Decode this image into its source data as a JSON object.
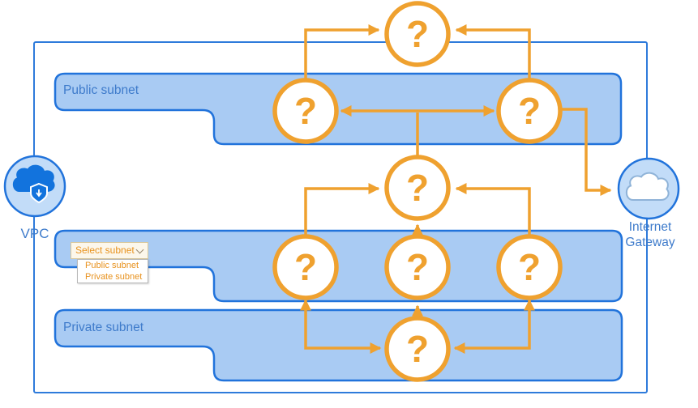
{
  "labels": {
    "vpc": "VPC",
    "internet_gateway": "Internet Gateway",
    "public_subnet": "Public subnet",
    "private_subnet": "Private subnet"
  },
  "dropdown": {
    "value": "Select subnet",
    "options": [
      {
        "label": "Public subnet"
      },
      {
        "label": "Private subnet"
      }
    ]
  },
  "node_placeholder": "?",
  "colors": {
    "orange": "#EFA12F",
    "band_fill": "#A9CBF3",
    "band_border": "#2173DB",
    "vpc_border": "#2E7BDB",
    "label_blue": "#3E7BCB",
    "icon_fill": "#C2DCF8",
    "icon_stroke": "#2173DB",
    "cloud_blue": "#1273DD",
    "dropdown_text": "#E8921E",
    "dropdown_bg": "#FCF7EB",
    "dropdown_border": "#D8C79B",
    "list_border": "#B8B8B8"
  }
}
